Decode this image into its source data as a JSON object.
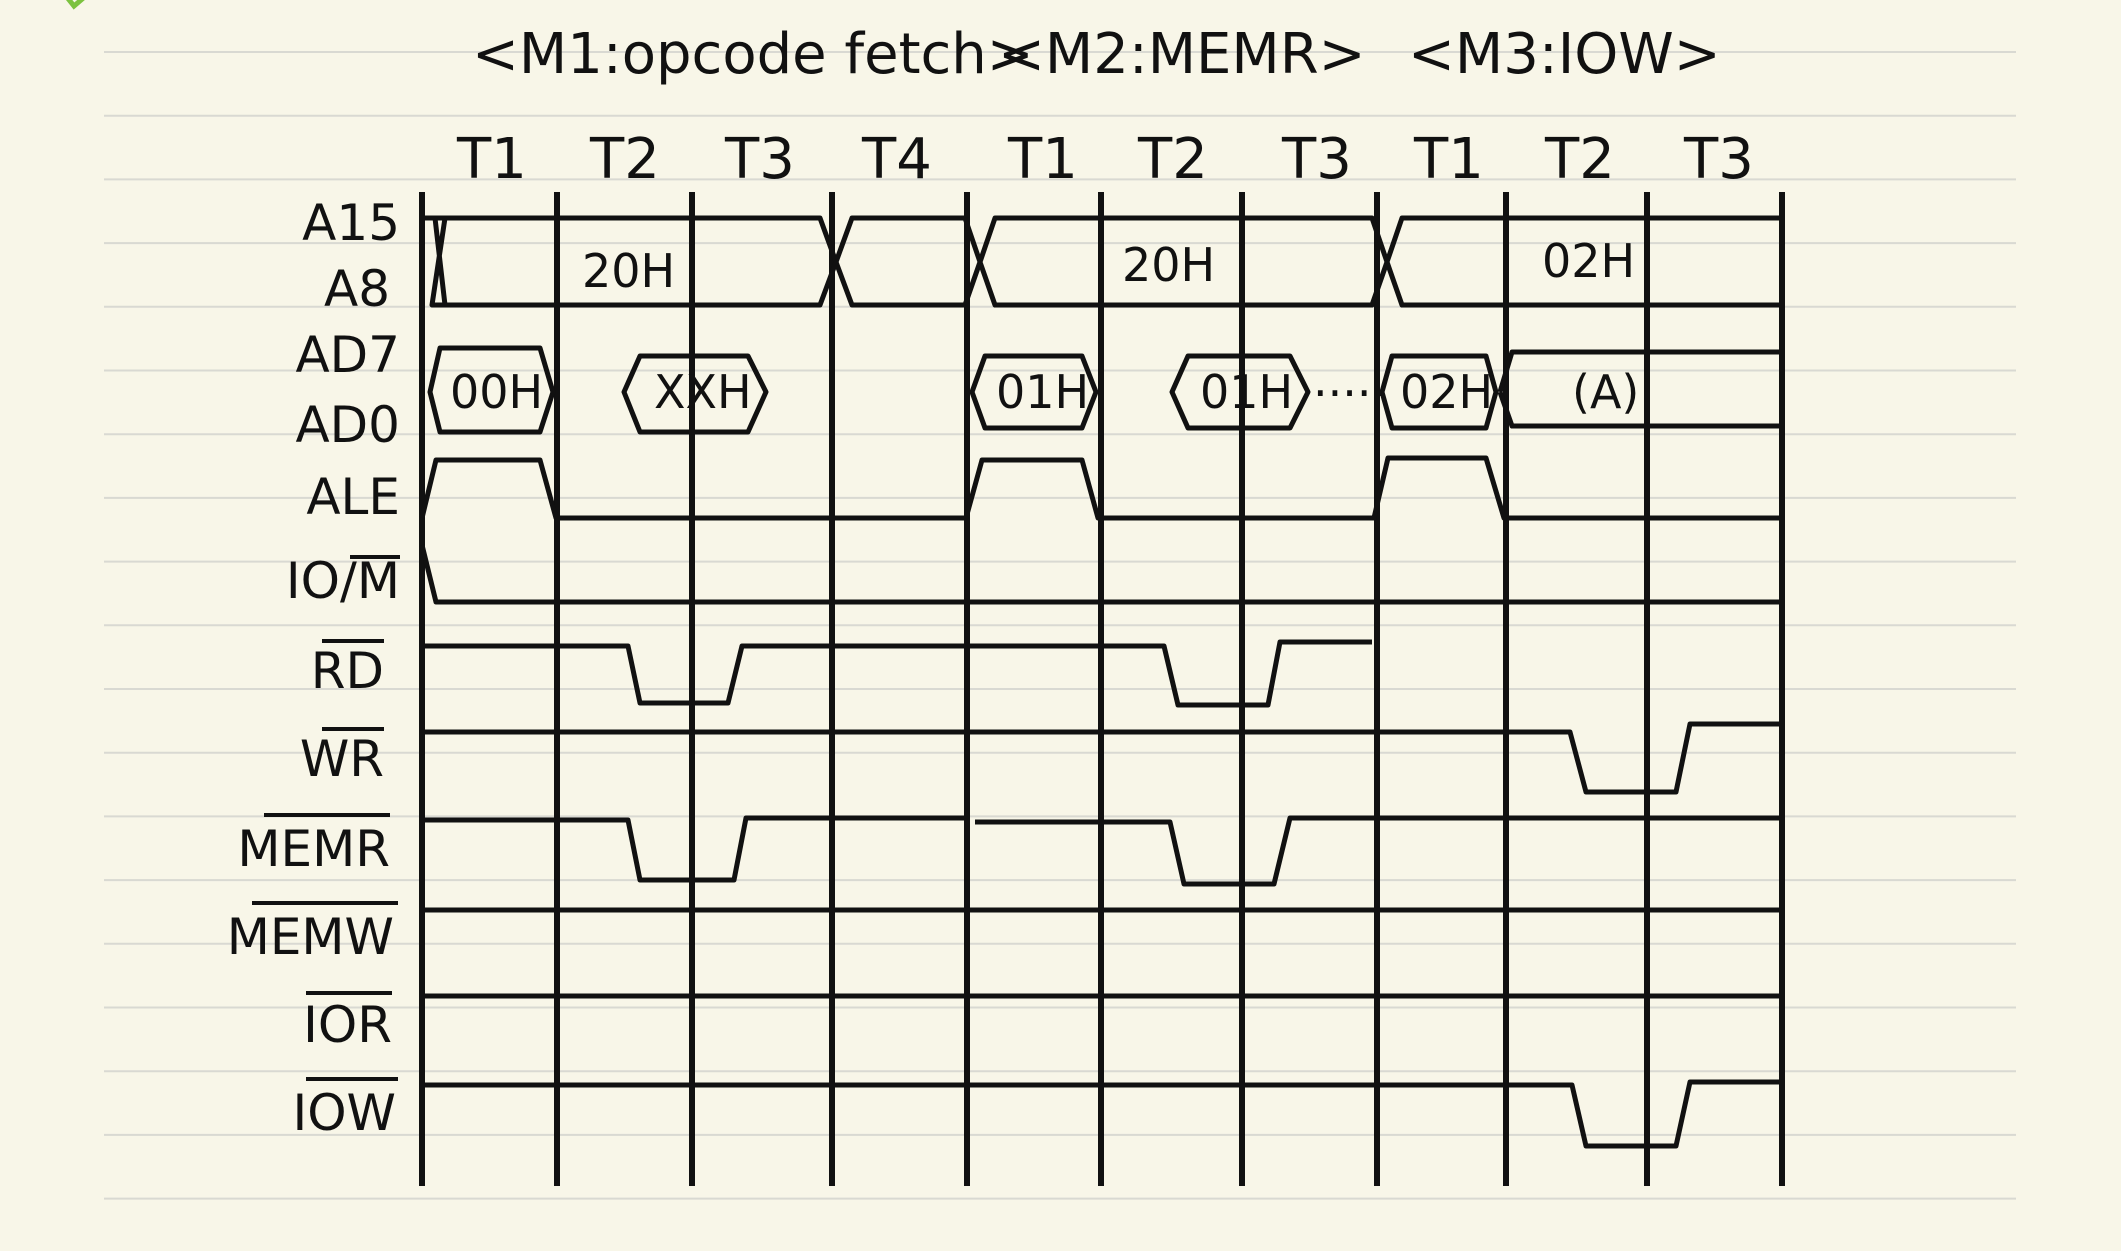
{
  "colors": {
    "background": "#f8f6e8",
    "ruled_line": "#d9d9d2",
    "ink": "#111111",
    "check_mark": "#7cc23f"
  },
  "machine_cycles": [
    {
      "label": "<M1:opcode fetch>"
    },
    {
      "label": "<M2:MEMR>"
    },
    {
      "label": "<M3:IOW>"
    }
  ],
  "t_states": [
    "T1",
    "T2",
    "T3",
    "T4",
    "T1",
    "T2",
    "T3",
    "T1",
    "T2",
    "T3"
  ],
  "signals": [
    {
      "id": "a15",
      "label": "A15"
    },
    {
      "id": "a8",
      "label": "A8"
    },
    {
      "id": "ad7",
      "label": "AD7"
    },
    {
      "id": "ad0",
      "label": "AD0"
    },
    {
      "id": "ale",
      "label": "ALE"
    },
    {
      "id": "iom",
      "label": "IO/M"
    },
    {
      "id": "rd",
      "label": "RD"
    },
    {
      "id": "wr",
      "label": "WR"
    },
    {
      "id": "memr",
      "label": "MEMR"
    },
    {
      "id": "memw",
      "label": "MEMW"
    },
    {
      "id": "ior",
      "label": "IOR"
    },
    {
      "id": "iow",
      "label": "IOW"
    }
  ],
  "bus_values": {
    "high_addr": [
      "20H",
      "20H",
      "02H"
    ],
    "ad": [
      "00H",
      "XXH",
      "01H",
      "01H",
      "02H",
      "(A)"
    ],
    "continuation": "....."
  }
}
